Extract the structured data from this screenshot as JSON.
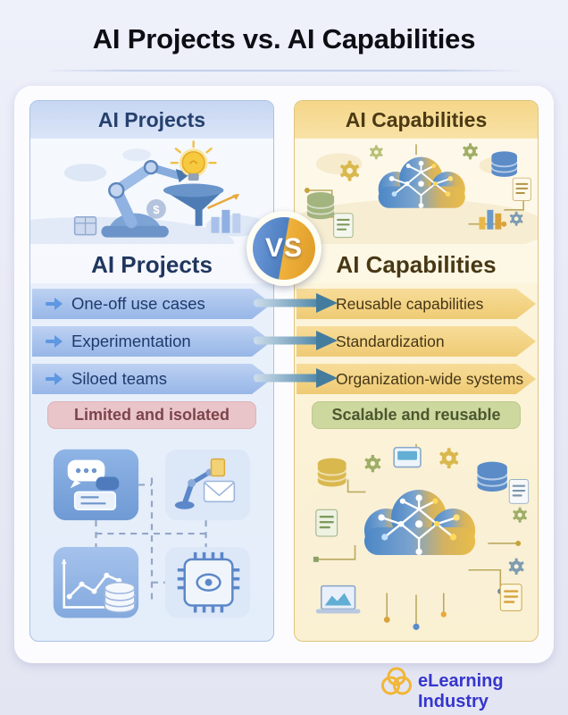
{
  "page": {
    "title": "AI Projects vs. AI Capabilities"
  },
  "vs": {
    "label": "VS"
  },
  "left": {
    "header": "AI Projects",
    "subheader": "AI Projects",
    "rows": [
      "One-off use cases",
      "Experimentation",
      "Siloed teams"
    ],
    "badge": "Limited and isolated"
  },
  "right": {
    "header": "AI Capabilities",
    "subheader": "AI Capabilities",
    "rows": [
      "Reusable capabilities",
      "Standardization",
      "Organization-wide systems"
    ],
    "badge": "Scalable and reusable"
  },
  "footer": {
    "brand": "eLearning Industry"
  },
  "illustrations": {
    "left_top": "robot-arm-with-lightbulb-and-funnel",
    "right_top": "ai-cloud-neural-network",
    "left_bottom": "four-siloed-system-tiles-with-dashed-links",
    "right_bottom": "central-cloud-connected-ecosystem"
  },
  "icons": {
    "row_marker": "arrow-right",
    "transition": "arrow-right",
    "vs_badge": "half-blue-half-gold-circle",
    "brand_logo": "three-overlapping-rings"
  },
  "colors": {
    "page_bg": "#e7e9f5",
    "card_bg": "#fcfcfe",
    "left_border": "#a9c2e4",
    "left_bar": "#a7c2ec",
    "left_text": "#1e3a6d",
    "right_border": "#e0c47c",
    "right_bar": "#f3d384",
    "right_text": "#453617",
    "vs_blue": "#4d7fc0",
    "vs_gold": "#e8a52c",
    "transition_arrow": "#447c9e",
    "badge_negative_bg": "#e9c5c9",
    "badge_negative_text": "#7c444b",
    "badge_positive_bg": "#ccd89e",
    "badge_positive_text": "#4b572f",
    "brand_text": "#3636cd",
    "brand_logo": "#f2b635"
  }
}
